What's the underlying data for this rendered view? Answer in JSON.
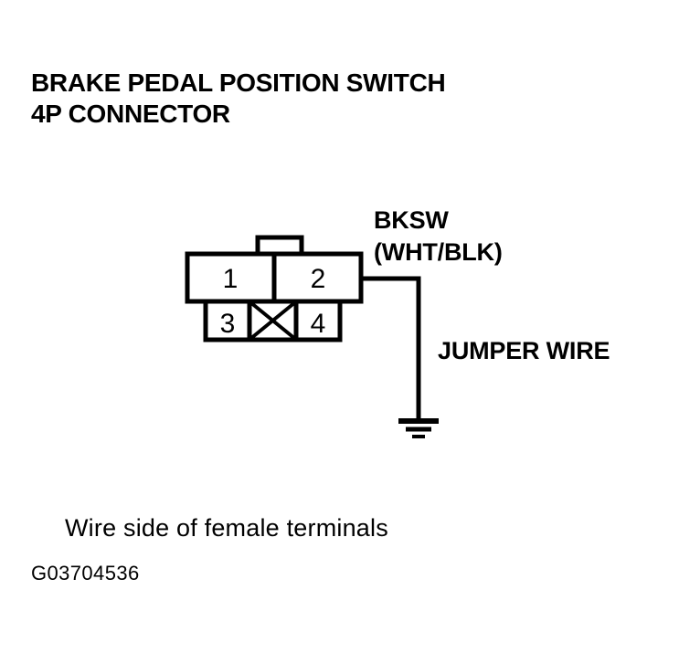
{
  "page": {
    "background_color": "#ffffff",
    "line_color": "#000000"
  },
  "title": {
    "line1": "BRAKE PEDAL POSITION SWITCH",
    "line2": "4P CONNECTOR"
  },
  "wire_label": {
    "name": "BKSW",
    "colors": "(WHT/BLK)"
  },
  "jumper_label": "JUMPER WIRE",
  "caption": "Wire side of female terminals",
  "reference_code": "G03704536",
  "connector": {
    "type": "4P",
    "top_row": [
      {
        "number": "1",
        "state": "terminal"
      },
      {
        "number": "2",
        "state": "terminal"
      }
    ],
    "bottom_row": [
      {
        "number": "3",
        "state": "terminal"
      },
      {
        "number": "",
        "state": "unused-crossed"
      },
      {
        "number": "4",
        "state": "terminal"
      }
    ]
  },
  "icons": {
    "ground": "ground-symbol",
    "unused_cavity": "x-cross-icon",
    "latch_tab": "connector-tab"
  }
}
